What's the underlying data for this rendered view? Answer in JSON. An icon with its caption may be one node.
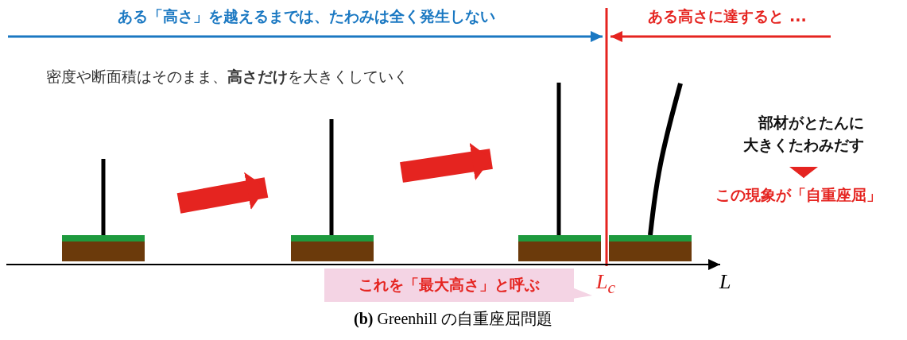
{
  "diagram": {
    "caption": "**(b)** Greenhill の自重座屈問題",
    "nodes": [
      {
        "text": [],
        "shape": "picture"
      },
      {
        "text": [],
        "shape": "picture"
      },
      {
        "text": [],
        "shape": "picture"
      },
      {
        "text": [],
        "shape": "picture"
      },
      {
        "text": [
          "部材がとたんに大きくたわみだす"
        ]
      },
      {
        "text": [
          "この現象が「自重座屈」"
        ]
      },
      {
        "text": [
          "これを「最大高さ」と呼ぶ"
        ]
      }
    ],
    "edges": [
      {
        "from": 0,
        "to": 1,
        "arrow": "to"
      },
      {
        "from": 1,
        "to": 2,
        "arrow": "to"
      },
      {
        "from": 4,
        "to": 5,
        "arrow": "to"
      }
    ],
    "labels": [
      "ある「高さ」を越えるまでは、たわみは全く発生しない",
      "ある高さに達すると ...",
      "密度や断面積はそのまま、**高さだけ**を大きくしていく",
      "L$_{c}$",
      "L"
    ]
  }
}
